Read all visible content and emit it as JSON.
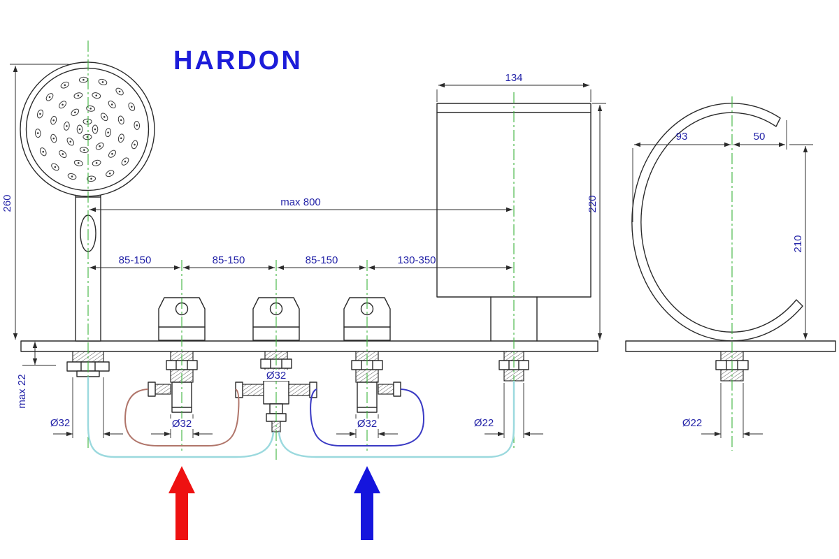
{
  "title": "HARDON",
  "colors": {
    "line": "#2b2b2b",
    "dim_text": "#2424a8",
    "title": "#1c1cd9",
    "center": "#3db33d",
    "hot": "#ee1111",
    "cold": "#1515dd",
    "hose_mixed": "#9bd9de",
    "hose_hot": "#b0756a",
    "hose_cold": "#3a3ac4"
  },
  "dims": {
    "shower_height": "260",
    "deck_thickness": "max 22",
    "reach": "max 800",
    "span_shower_valve1": "85-150",
    "span_valve1_diverter": "85-150",
    "span_diverter_valve3": "85-150",
    "span_valve3_spout": "130-350",
    "spout_width": "134",
    "spout_height": "220",
    "hole_shower": "Ø32",
    "hole_valve1": "Ø32",
    "hole_diverter": "Ø32",
    "hole_valve3": "Ø32",
    "hole_spout": "Ø22",
    "side_back": "93",
    "side_front": "50",
    "side_height": "210",
    "hole_side": "Ø22"
  }
}
